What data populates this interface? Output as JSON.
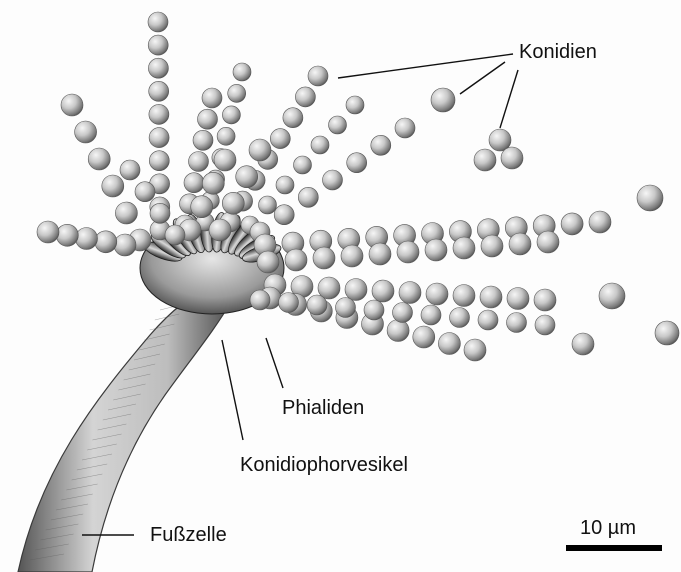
{
  "labels": {
    "conidia": "Konidien",
    "phialides": "Phialiden",
    "vesicle": "Konidiophorvesikel",
    "foot_cell": "Fußzelle"
  },
  "scale_bar": {
    "label": "10 µm"
  },
  "colors": {
    "ink": "#1a1a1a",
    "spore_light": "#f4f4f4",
    "spore_mid": "#b9b9b9",
    "spore_dark": "#5a5a5a",
    "stalk": "#a9a9a9",
    "background": "#fdfdfd"
  }
}
